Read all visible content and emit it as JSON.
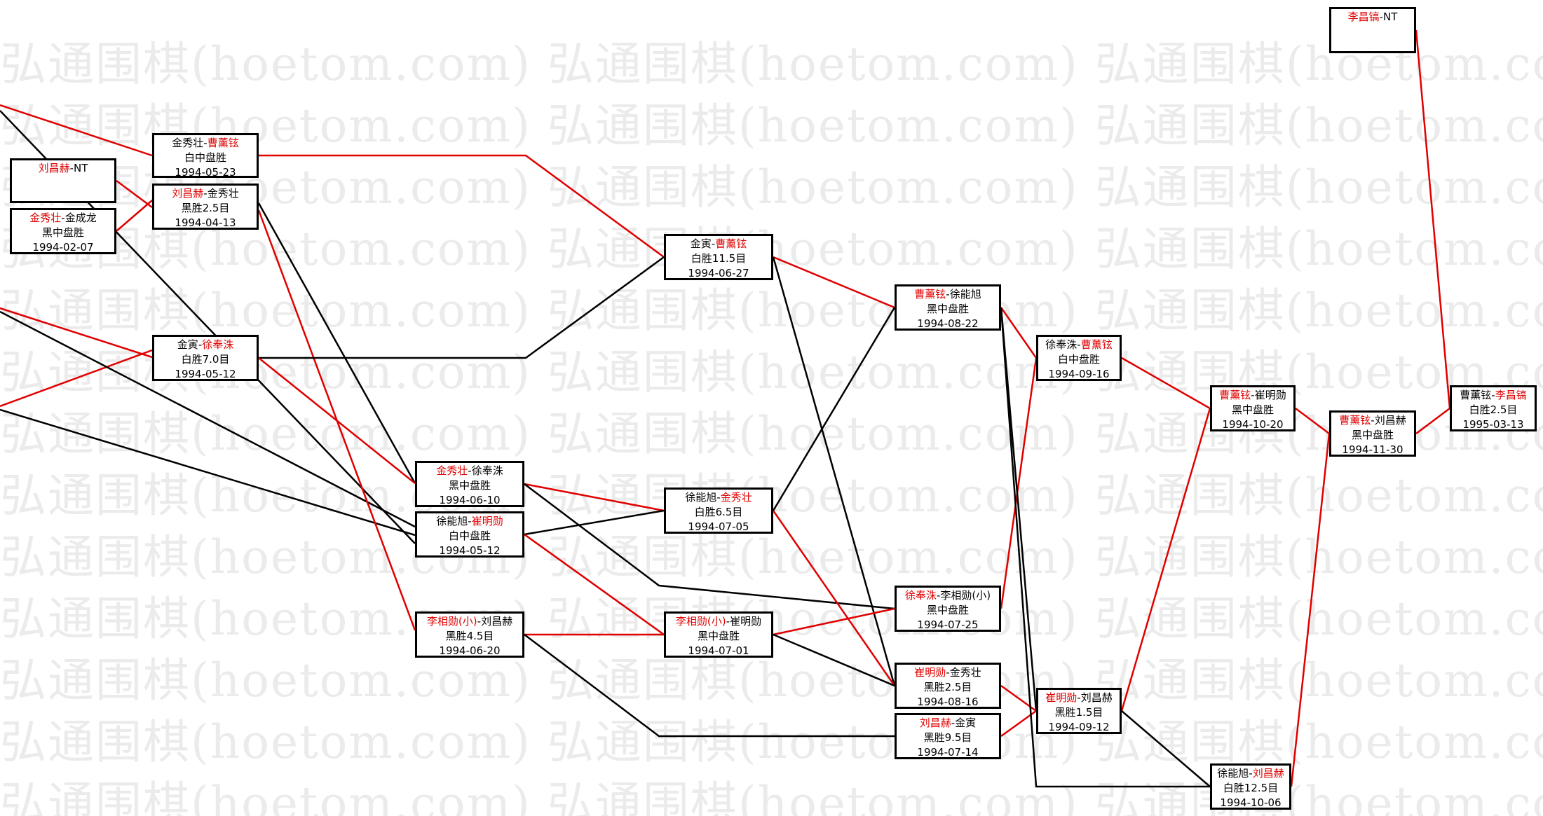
{
  "watermark": {
    "text": "弘通围棋(hoetom.com)"
  },
  "colors": {
    "winner_text": "#e00000",
    "black_line": "#000000",
    "red_line": "#e00000"
  },
  "games": [
    {
      "id": "g1",
      "p1": "刘昌赫",
      "p2": "NT",
      "winner": "p1",
      "result": "",
      "date": ""
    },
    {
      "id": "g2",
      "p1": "金秀壮",
      "p2": "金成龙",
      "winner": "p1",
      "result": "黑中盘胜",
      "date": "1994-02-07"
    },
    {
      "id": "g3",
      "p1": "金秀壮",
      "p2": "曹薰铉",
      "winner": "p2",
      "result": "白中盘胜",
      "date": "1994-05-23"
    },
    {
      "id": "g4",
      "p1": "刘昌赫",
      "p2": "金秀壮",
      "winner": "p1",
      "result": "黑胜2.5目",
      "date": "1994-04-13"
    },
    {
      "id": "g5",
      "p1": "金寅",
      "p2": "徐奉洙",
      "winner": "p2",
      "result": "白胜7.0目",
      "date": "1994-05-12"
    },
    {
      "id": "g6",
      "p1": "金秀壮",
      "p2": "徐奉洙",
      "winner": "p1",
      "result": "黑中盘胜",
      "date": "1994-06-10"
    },
    {
      "id": "g7",
      "p1": "徐能旭",
      "p2": "崔明勋",
      "winner": "p2",
      "result": "白中盘胜",
      "date": "1994-05-12"
    },
    {
      "id": "g8",
      "p1": "李相勋(小)",
      "p2": "刘昌赫",
      "winner": "p1",
      "result": "黑胜4.5目",
      "date": "1994-06-20"
    },
    {
      "id": "g9",
      "p1": "金寅",
      "p2": "曹薰铉",
      "winner": "p2",
      "result": "白胜11.5目",
      "date": "1994-06-27"
    },
    {
      "id": "g10",
      "p1": "徐能旭",
      "p2": "金秀壮",
      "winner": "p2",
      "result": "白胜6.5目",
      "date": "1994-07-05"
    },
    {
      "id": "g11",
      "p1": "李相勋(小)",
      "p2": "崔明勋",
      "winner": "p1",
      "result": "黑中盘胜",
      "date": "1994-07-01"
    },
    {
      "id": "g12",
      "p1": "曹薰铉",
      "p2": "徐能旭",
      "winner": "p1",
      "result": "黑中盘胜",
      "date": "1994-08-22"
    },
    {
      "id": "g13",
      "p1": "徐奉洙",
      "p2": "李相勋(小)",
      "winner": "p1",
      "result": "黑中盘胜",
      "date": "1994-07-25"
    },
    {
      "id": "g14",
      "p1": "崔明勋",
      "p2": "金秀壮",
      "winner": "p1",
      "result": "黑胜2.5目",
      "date": "1994-08-16"
    },
    {
      "id": "g15",
      "p1": "刘昌赫",
      "p2": "金寅",
      "winner": "p1",
      "result": "黑胜9.5目",
      "date": "1994-07-14"
    },
    {
      "id": "g16",
      "p1": "徐奉洙",
      "p2": "曹薰铉",
      "winner": "p2",
      "result": "白中盘胜",
      "date": "1994-09-16"
    },
    {
      "id": "g17",
      "p1": "崔明勋",
      "p2": "刘昌赫",
      "winner": "p1",
      "result": "黑胜1.5目",
      "date": "1994-09-12"
    },
    {
      "id": "g18",
      "p1": "曹薰铉",
      "p2": "崔明勋",
      "winner": "p1",
      "result": "黑中盘胜",
      "date": "1994-10-20"
    },
    {
      "id": "g19",
      "p1": "徐能旭",
      "p2": "刘昌赫",
      "winner": "p2",
      "result": "白胜12.5目",
      "date": "1994-10-06"
    },
    {
      "id": "g20",
      "p1": "曹薰铉",
      "p2": "刘昌赫",
      "winner": "p1",
      "result": "黑中盘胜",
      "date": "1994-11-30"
    },
    {
      "id": "g21",
      "p1": "李昌镐",
      "p2": "NT",
      "winner": "p1",
      "result": "",
      "date": ""
    },
    {
      "id": "g22",
      "p1": "曹薰铉",
      "p2": "李昌镐",
      "winner": "p2",
      "result": "白胜2.5目",
      "date": "1995-03-13"
    }
  ]
}
